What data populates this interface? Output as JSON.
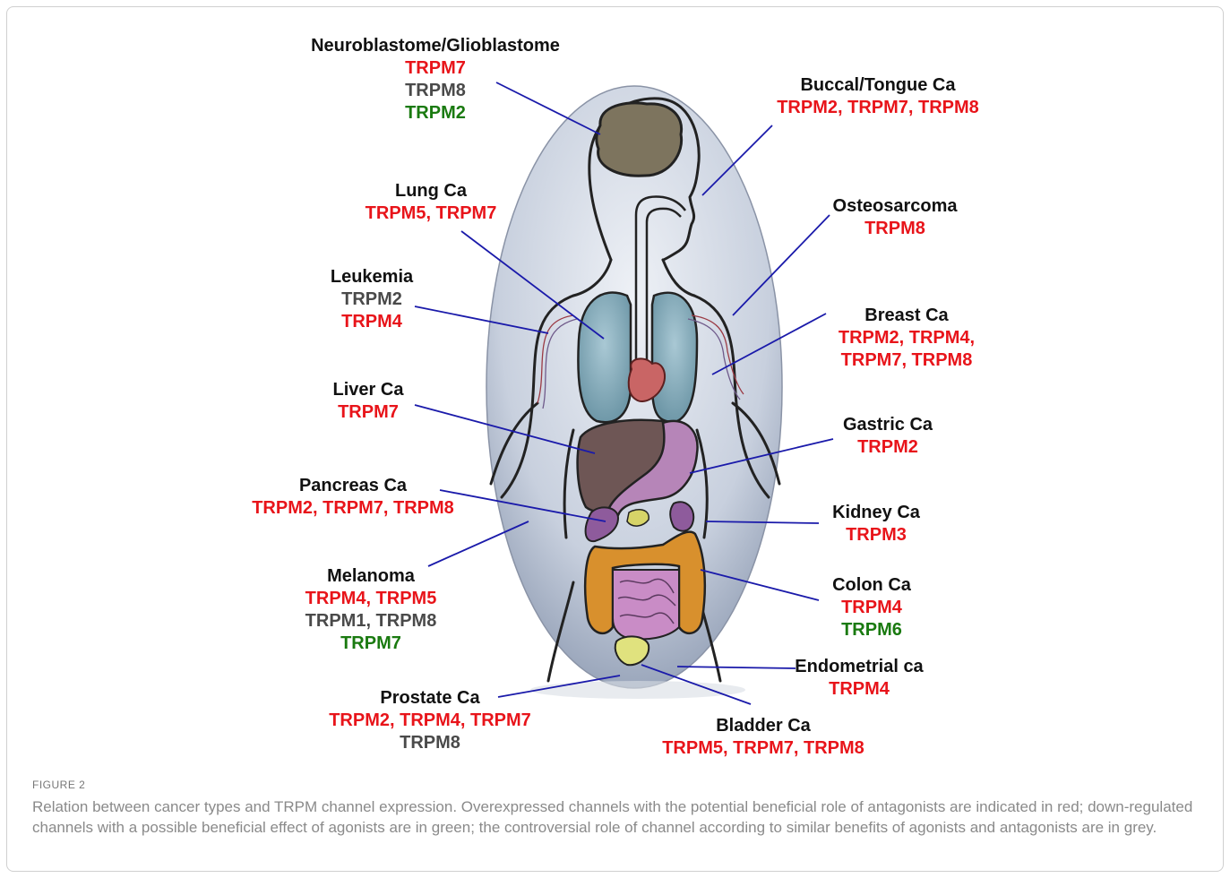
{
  "figure": {
    "label": "FIGURE 2",
    "caption": "Relation between cancer types and TRPM channel expression. Overexpressed channels with the potential beneficial role of antagonists are indicated in red; down-regulated channels with a possible beneficial effect of agonists are in green; the controversial role of channel according to similar benefits of agonists and antagonists are in grey."
  },
  "colors": {
    "overexpressed": "#e8141a",
    "controversial": "#4a4a4a",
    "downregulated": "#1a7a10"
  },
  "labels": {
    "neuro": {
      "title": "Neuroblastome/Glioblastome",
      "l1": "TRPM7",
      "l2": "TRPM8",
      "l3": "TRPM2"
    },
    "buccal": {
      "title": "Buccal/Tongue Ca",
      "l1": "TRPM2, TRPM7, TRPM8"
    },
    "lung": {
      "title": "Lung Ca",
      "l1": "TRPM5, TRPM7"
    },
    "osteo": {
      "title": "Osteosarcoma",
      "l1": "TRPM8"
    },
    "leukemia": {
      "title": "Leukemia",
      "l1": "TRPM2",
      "l2": "TRPM4"
    },
    "breast": {
      "title": "Breast Ca",
      "l1": "TRPM2, TRPM4,",
      "l2": "TRPM7, TRPM8"
    },
    "liver": {
      "title": "Liver Ca",
      "l1": "TRPM7"
    },
    "gastric": {
      "title": "Gastric Ca",
      "l1": "TRPM2"
    },
    "pancreas": {
      "title": "Pancreas Ca",
      "l1": "TRPM2, TRPM7, TRPM8"
    },
    "kidney": {
      "title": "Kidney Ca",
      "l1": "TRPM3"
    },
    "melanoma": {
      "title": "Melanoma",
      "l1": "TRPM4, TRPM5",
      "l2": "TRPM1, TRPM8",
      "l3": "TRPM7"
    },
    "colon": {
      "title": "Colon Ca",
      "l1": "TRPM4",
      "l2": "TRPM6"
    },
    "endometrial": {
      "title": "Endometrial ca",
      "l1": "TRPM4"
    },
    "prostate": {
      "title": "Prostate Ca",
      "l1": "TRPM2, TRPM4, TRPM7",
      "l2": "TRPM8"
    },
    "bladder": {
      "title": "Bladder Ca",
      "l1": "TRPM5, TRPM7, TRPM8"
    }
  }
}
